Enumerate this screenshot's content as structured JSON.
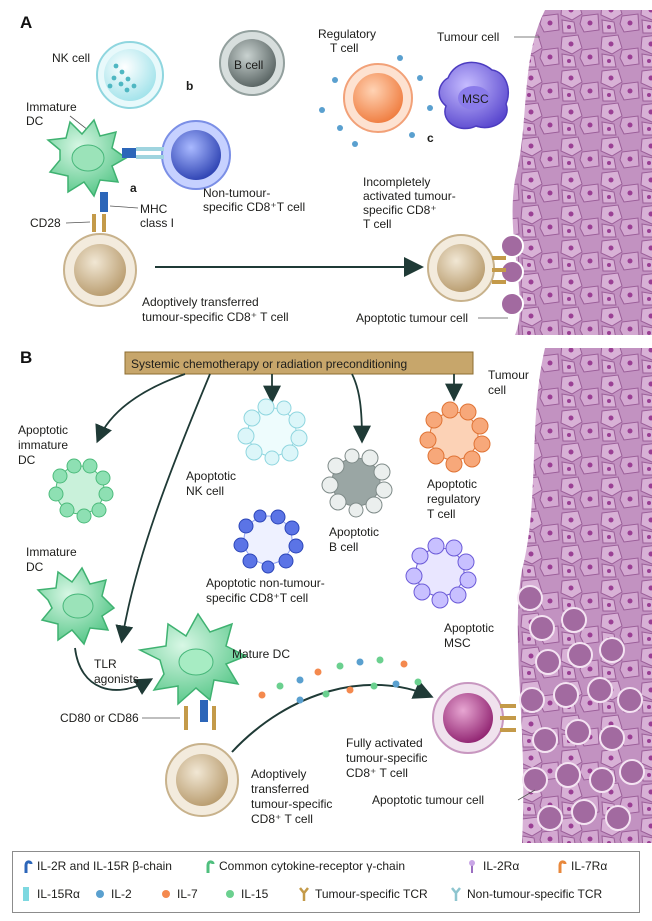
{
  "panels": {
    "a": "A",
    "b": "B"
  },
  "colors": {
    "tumour": "#c89bc7",
    "tumour_dark": "#8a4a89",
    "nk": "#bfeef2",
    "dc": "#6fd39a",
    "cd8": "#3a55c8",
    "treg": "#f4894e",
    "msc": "#6b5bd6",
    "adoptive": "#c7b08a",
    "activated": "#9c2e7c",
    "bcell": "#5e6b6a"
  },
  "panel_a": {
    "nk_cell": "NK cell",
    "b_cell": "B cell",
    "regulatory": [
      "Regulatory",
      "T cell"
    ],
    "tumour_cell": "Tumour cell",
    "immature_dc": [
      "Immature",
      "DC"
    ],
    "msc": "MSC",
    "marker_a": "a",
    "marker_b": "b",
    "marker_c": "c",
    "non_tumour_cd8": [
      "Non-tumour-",
      "specific CD8⁺T cell"
    ],
    "incompletely": [
      "Incompletely",
      "activated tumour-",
      "specific CD8⁺",
      "T cell"
    ],
    "mhc": [
      "MHC",
      "class I"
    ],
    "cd28": "CD28",
    "adoptive": [
      "Adoptively transferred",
      "tumour-specific CD8⁺ T cell"
    ],
    "apoptotic_tumour": "Apoptotic tumour cell"
  },
  "panel_b": {
    "banner": "Systemic chemotherapy or radiation preconditioning",
    "tumour_cell": [
      "Tumour",
      "cell"
    ],
    "apoptotic_immature_dc": [
      "Apoptotic",
      "immature",
      "DC"
    ],
    "apoptotic_nk": [
      "Apoptotic",
      "NK cell"
    ],
    "apoptotic_b": [
      "Apoptotic",
      "B cell"
    ],
    "apoptotic_treg": [
      "Apoptotic",
      "regulatory",
      "T cell"
    ],
    "immature_dc": [
      "Immature",
      "DC"
    ],
    "apoptotic_cd8": [
      "Apoptotic non-tumour-",
      "specific CD8⁺T cell"
    ],
    "apoptotic_msc": [
      "Apoptotic",
      "MSC"
    ],
    "tlr": [
      "TLR",
      "agonists"
    ],
    "mature_dc": "Mature DC",
    "cd80": "CD80 or CD86",
    "fully": [
      "Fully activated",
      "tumour-specific",
      "CD8⁺ T cell"
    ],
    "adoptive": [
      "Adoptively",
      "transferred",
      "tumour-specific",
      "CD8⁺ T cell"
    ],
    "apoptotic_tumour": "Apoptotic tumour cell"
  },
  "legend": {
    "il2r_beta": "IL-2R and IL-15R β-chain",
    "gamma_chain": "Common cytokine-receptor γ-chain",
    "il2ra": "IL-2Rα",
    "il7ra": "IL-7Rα",
    "il15ra": "IL-15Rα",
    "il2": "IL-2",
    "il7": "IL-7",
    "il15": "IL-15",
    "tumour_tcr": "Tumour-specific TCR",
    "non_tumour_tcr": "Non-tumour-specific TCR"
  }
}
